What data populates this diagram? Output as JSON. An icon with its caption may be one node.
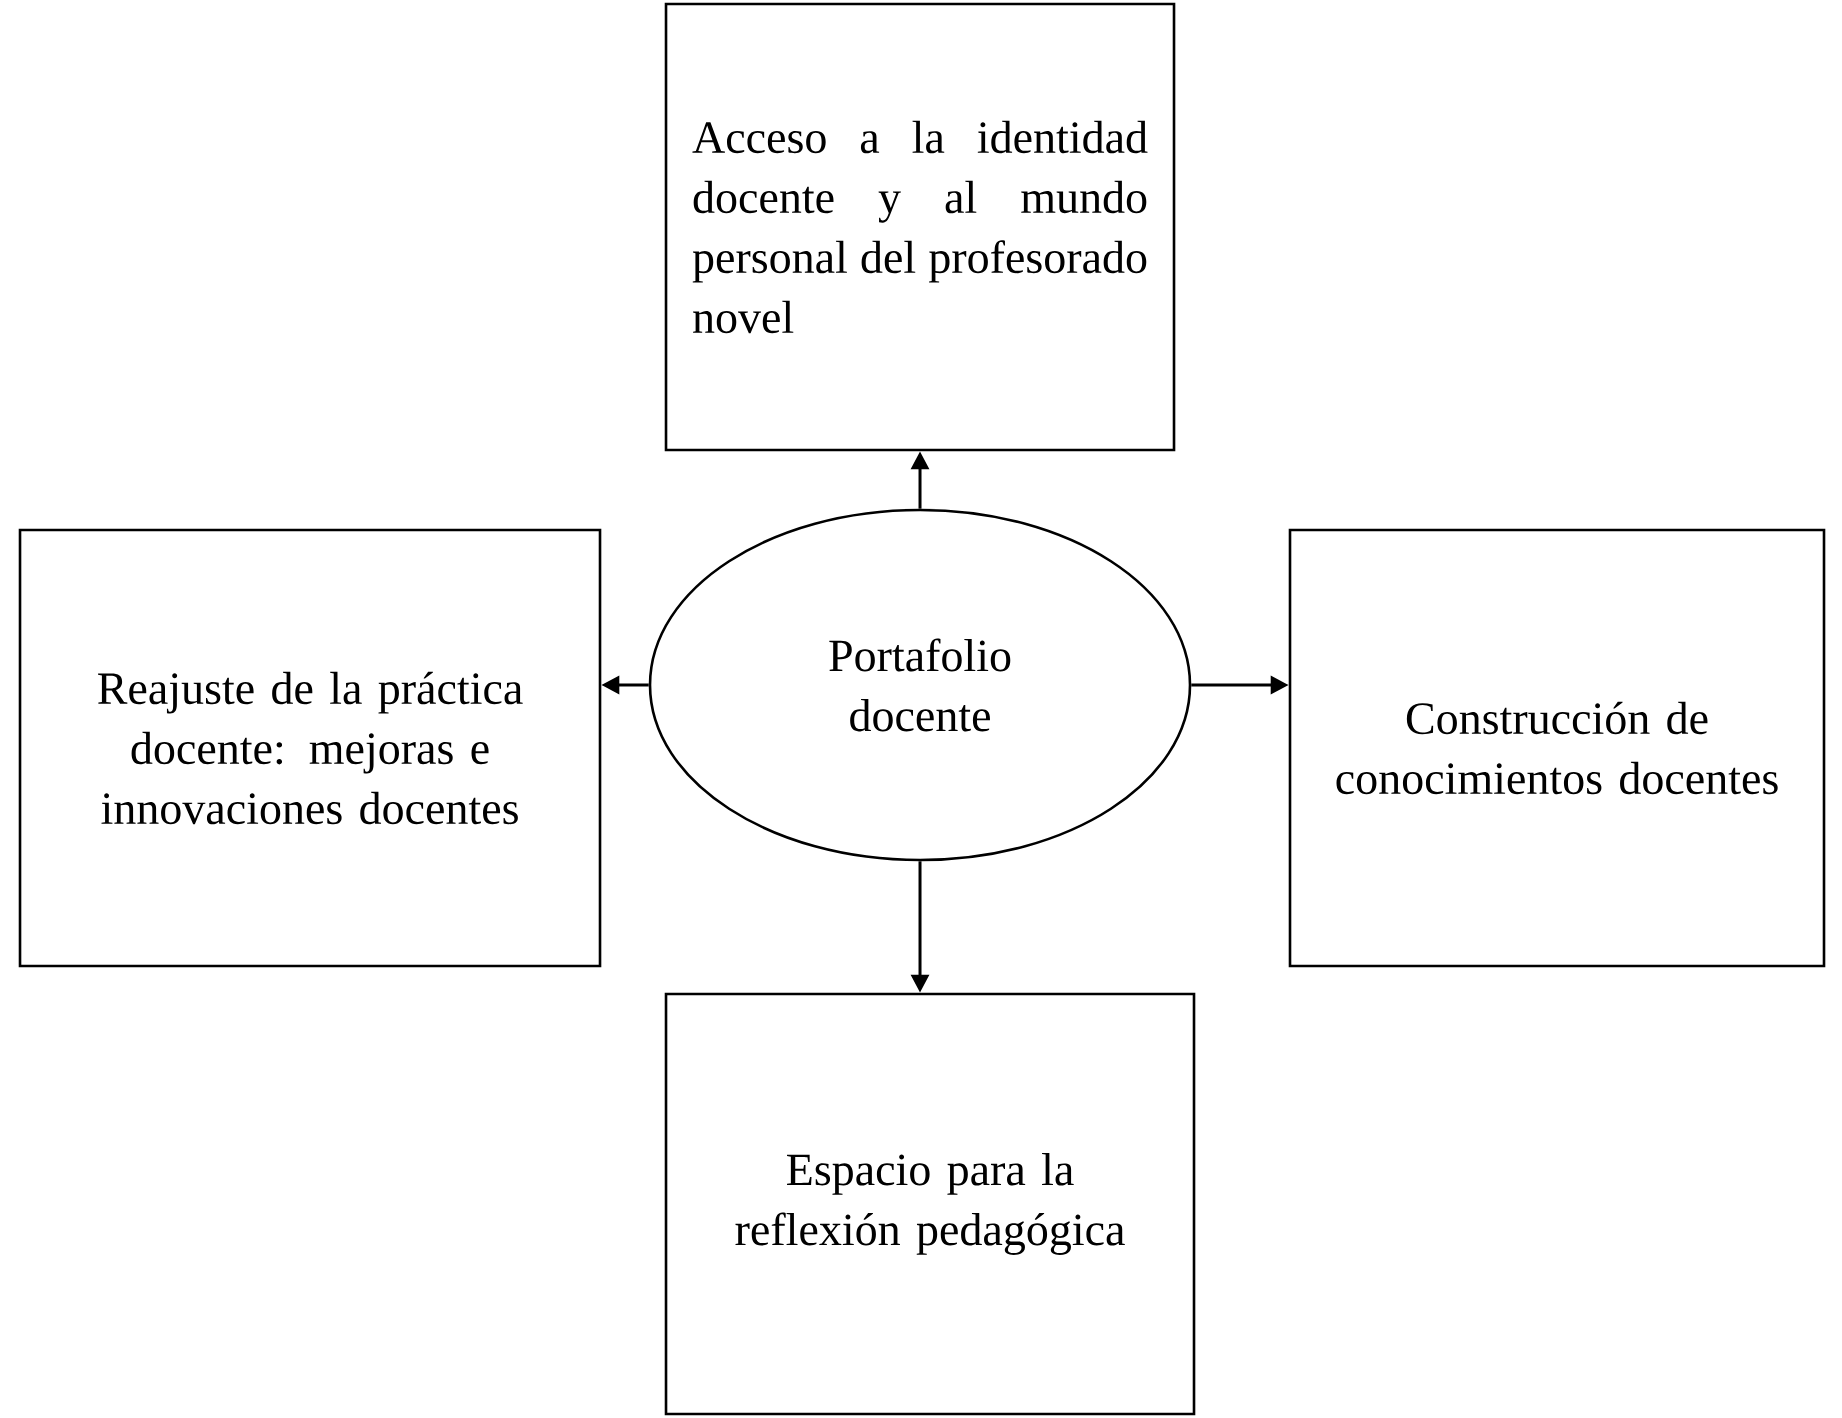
{
  "diagram": {
    "nodes": [
      {
        "text": [
          "Acceso a la identidad docente y al mundo personal del profesorado novel"
        ]
      },
      {
        "text": [
          "Reajuste de la práctica docente: mejoras e innovaciones docentes"
        ]
      },
      {
        "text": [
          "Portafolio docente"
        ]
      },
      {
        "text": [
          "Construcción de conocimientos docentes"
        ]
      },
      {
        "text": [
          "Espacio para la reflexión pedagógica"
        ]
      }
    ],
    "edges": [
      {
        "from": 2,
        "to": 0,
        "arrow": "to"
      },
      {
        "from": 2,
        "to": 1,
        "arrow": "to"
      },
      {
        "from": 2,
        "to": 3,
        "arrow": "to"
      },
      {
        "from": 2,
        "to": 4,
        "arrow": "to"
      }
    ]
  }
}
